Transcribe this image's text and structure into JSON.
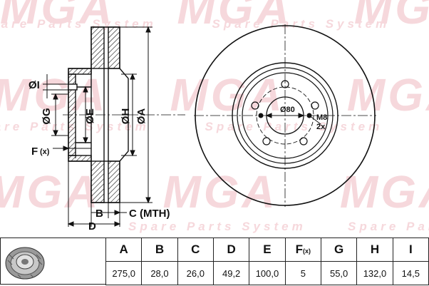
{
  "watermark": {
    "logo_text": "MGA",
    "tagline": "Spare Parts System"
  },
  "drawing": {
    "labels": {
      "I": "ØI",
      "G": "ØG",
      "E": "ØE",
      "H": "ØH",
      "A": "ØA",
      "F": "F",
      "F_sup": "(x)",
      "B": "B",
      "C": "C (MTH)",
      "D": "D",
      "bore": "Ø80",
      "thread": "M8",
      "thread_count": "2x"
    }
  },
  "spec_table": {
    "headers": [
      "A",
      "B",
      "C",
      "D",
      "E",
      "F",
      "G",
      "H",
      "I"
    ],
    "f_header_sup": "(x)",
    "values": [
      "275,0",
      "28,0",
      "26,0",
      "49,2",
      "100,0",
      "5",
      "55,0",
      "132,0",
      "14,5"
    ]
  },
  "colors": {
    "watermark": "#f6d8dc",
    "line": "#111111"
  }
}
